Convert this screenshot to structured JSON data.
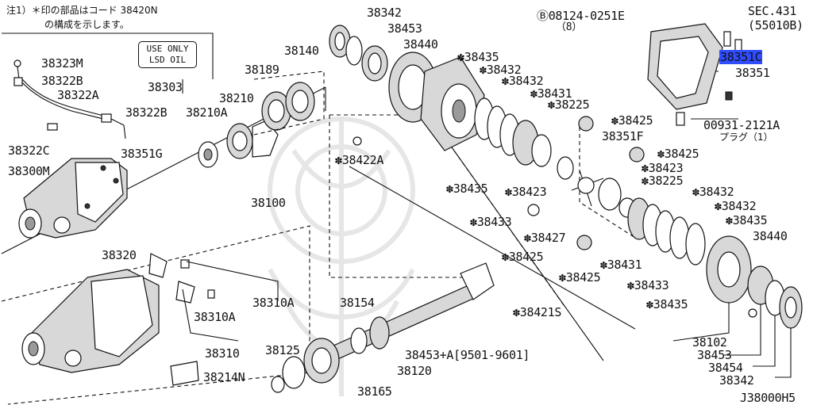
{
  "note": {
    "line1": "注1）＊印の部品はコード 38420N",
    "line2": "の構成を示します。"
  },
  "lsd_label": {
    "line1": "USE ONLY",
    "line2": "LSD OIL"
  },
  "labels": {
    "p38303": "38303",
    "p38323M": "38323M",
    "p38322B_1": "38322B",
    "p38322A": "38322A",
    "p38322B_2": "38322B",
    "p38322C": "38322C",
    "p38351G": "38351G",
    "p38300M": "38300M",
    "p38342_top": "38342",
    "p38453_top": "38453",
    "p38440_top": "38440",
    "p38140": "38140",
    "p38189": "38189",
    "p38210": "38210",
    "p38210A": "38210A",
    "p38435_a": "✽38435",
    "p38432_a": "✽38432",
    "p38432_b": "✽38432",
    "p38431_a": "✽38431",
    "p38225_a": "✽38225",
    "p38425_a": "✽38425",
    "p38422A": "✽38422A",
    "p38435_b": "✽38435",
    "p38423_a": "✽38423",
    "p38433_a": "✽38433",
    "p38427": "✽38427",
    "p38425_b": "✽38425",
    "p38425_c": "✽38425",
    "p38425_d": "✽38425",
    "p38423_b": "✽38423",
    "p38225_b": "✽38225",
    "p38432_c": "✽38432",
    "p38432_d": "✽38432",
    "p38435_c": "✽38435",
    "p38440_r": "38440",
    "p38431_b": "✽38431",
    "p38433_b": "✽38433",
    "p38435_d": "✽38435",
    "p38421S": "✽38421S",
    "p38100": "38100",
    "p38320": "38320",
    "p38310A_1": "38310A",
    "p38310A_2": "38310A",
    "p38310": "38310",
    "p38214N": "38214N",
    "p38154": "38154",
    "p38125": "38125",
    "p38453A": "38453+A[9501-9601]",
    "p38120": "38120",
    "p38165": "38165",
    "p38102": "38102",
    "p38453_r": "38453",
    "p38454": "38454",
    "p38342_r": "38342",
    "bolt_code": "Ⓑ08124-0251E",
    "bolt_qty": "（8）",
    "sec431": "SEC.431",
    "sec431_sub": "(55010B)",
    "p38351C": "38351C",
    "p38351": "38351",
    "p38351F": "38351F",
    "plug_code": "00931-2121A",
    "plug_name": "プラグ（1）",
    "diagram_id": "J38000H5"
  },
  "colors": {
    "highlight": "#2f4cff",
    "line": "#111111",
    "watermark": "#e6e6e6"
  }
}
